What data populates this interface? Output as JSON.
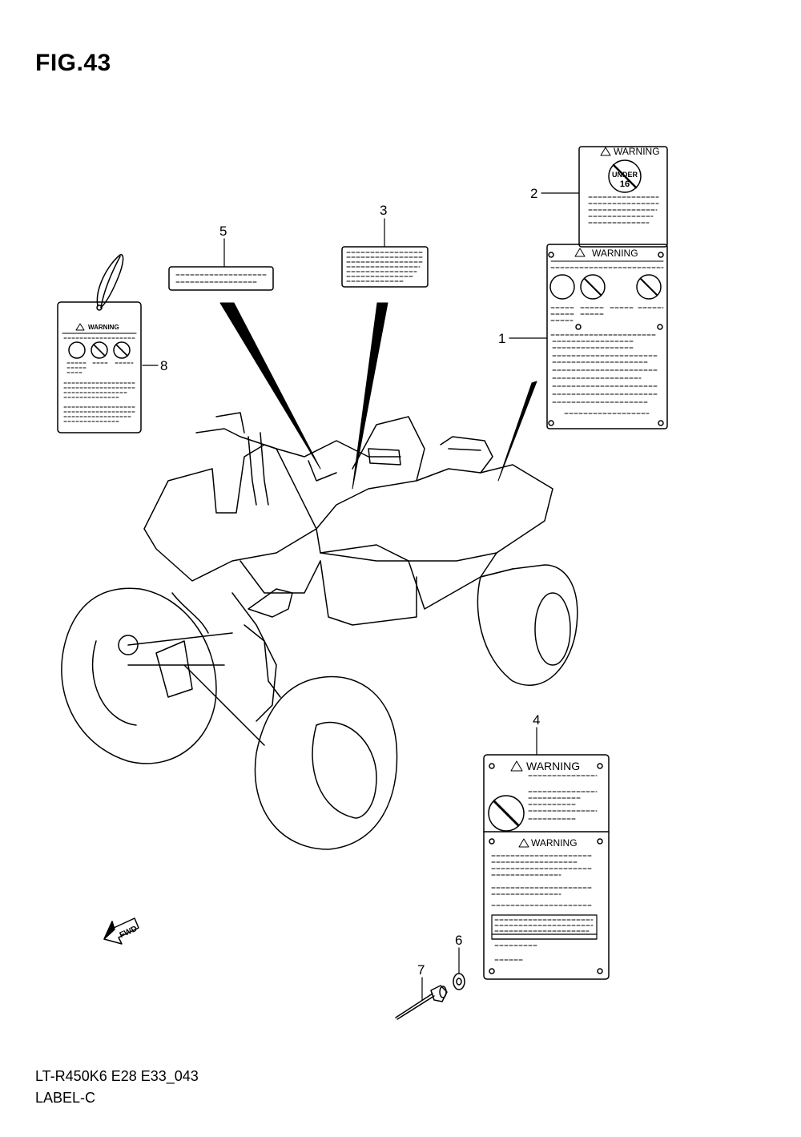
{
  "figure": {
    "title": "FIG.43"
  },
  "footer": {
    "code": "LT-R450K6 E28 E33_043",
    "name": "LABEL-C"
  },
  "callouts": [
    "1",
    "2",
    "3",
    "4",
    "5",
    "6",
    "7",
    "8"
  ],
  "labels": {
    "warning": "WARNING",
    "under_16_top": "UNDER",
    "under_16_num": "16",
    "fwd": "FWD"
  }
}
